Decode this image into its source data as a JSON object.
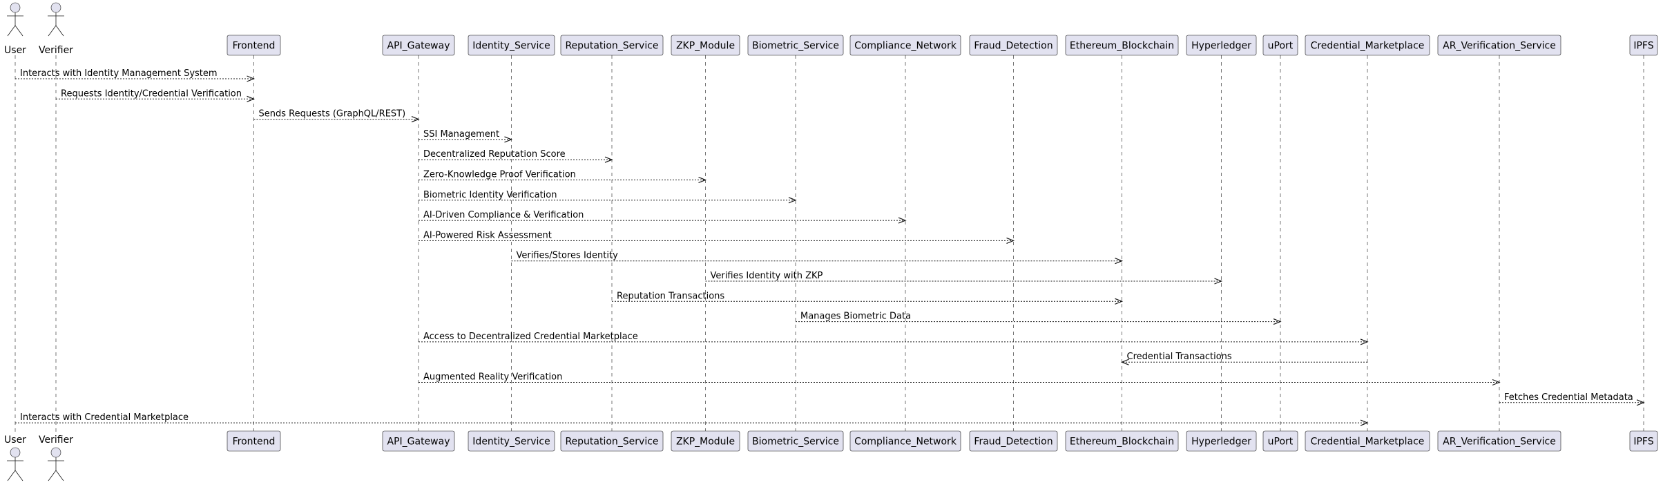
{
  "participants": [
    {
      "id": "user",
      "label": "User",
      "kind": "actor"
    },
    {
      "id": "verifier",
      "label": "Verifier",
      "kind": "actor"
    },
    {
      "id": "frontend",
      "label": "Frontend",
      "kind": "box"
    },
    {
      "id": "api",
      "label": "API_Gateway",
      "kind": "box"
    },
    {
      "id": "identity",
      "label": "Identity_Service",
      "kind": "box"
    },
    {
      "id": "reputation",
      "label": "Reputation_Service",
      "kind": "box"
    },
    {
      "id": "zkp",
      "label": "ZKP_Module",
      "kind": "box"
    },
    {
      "id": "biometric",
      "label": "Biometric_Service",
      "kind": "box"
    },
    {
      "id": "compliance",
      "label": "Compliance_Network",
      "kind": "box"
    },
    {
      "id": "fraud",
      "label": "Fraud_Detection",
      "kind": "box"
    },
    {
      "id": "ethereum",
      "label": "Ethereum_Blockchain",
      "kind": "box"
    },
    {
      "id": "hyperledger",
      "label": "Hyperledger",
      "kind": "box"
    },
    {
      "id": "uport",
      "label": "uPort",
      "kind": "box"
    },
    {
      "id": "marketplace",
      "label": "Credential_Marketplace",
      "kind": "box"
    },
    {
      "id": "ar",
      "label": "AR_Verification_Service",
      "kind": "box"
    },
    {
      "id": "ipfs",
      "label": "IPFS",
      "kind": "box"
    }
  ],
  "messages": [
    {
      "from": "user",
      "to": "frontend",
      "label": "Interacts with Identity Management System"
    },
    {
      "from": "verifier",
      "to": "frontend",
      "label": "Requests Identity/Credential Verification"
    },
    {
      "from": "frontend",
      "to": "api",
      "label": "Sends Requests (GraphQL/REST)"
    },
    {
      "from": "api",
      "to": "identity",
      "label": "SSI Management"
    },
    {
      "from": "api",
      "to": "reputation",
      "label": "Decentralized Reputation Score"
    },
    {
      "from": "api",
      "to": "zkp",
      "label": "Zero-Knowledge Proof Verification"
    },
    {
      "from": "api",
      "to": "biometric",
      "label": "Biometric Identity Verification"
    },
    {
      "from": "api",
      "to": "compliance",
      "label": "AI-Driven Compliance & Verification"
    },
    {
      "from": "api",
      "to": "fraud",
      "label": "AI-Powered Risk Assessment"
    },
    {
      "from": "identity",
      "to": "ethereum",
      "label": "Verifies/Stores Identity"
    },
    {
      "from": "zkp",
      "to": "hyperledger",
      "label": "Verifies Identity with ZKP"
    },
    {
      "from": "reputation",
      "to": "ethereum",
      "label": "Reputation Transactions"
    },
    {
      "from": "biometric",
      "to": "uport",
      "label": "Manages Biometric Data"
    },
    {
      "from": "api",
      "to": "marketplace",
      "label": "Access to Decentralized Credential Marketplace"
    },
    {
      "from": "marketplace",
      "to": "ethereum",
      "label": "Credential Transactions"
    },
    {
      "from": "api",
      "to": "ar",
      "label": "Augmented Reality Verification"
    },
    {
      "from": "ar",
      "to": "ipfs",
      "label": "Fetches Credential Metadata"
    },
    {
      "from": "user",
      "to": "marketplace",
      "label": "Interacts with Credential Marketplace"
    }
  ]
}
